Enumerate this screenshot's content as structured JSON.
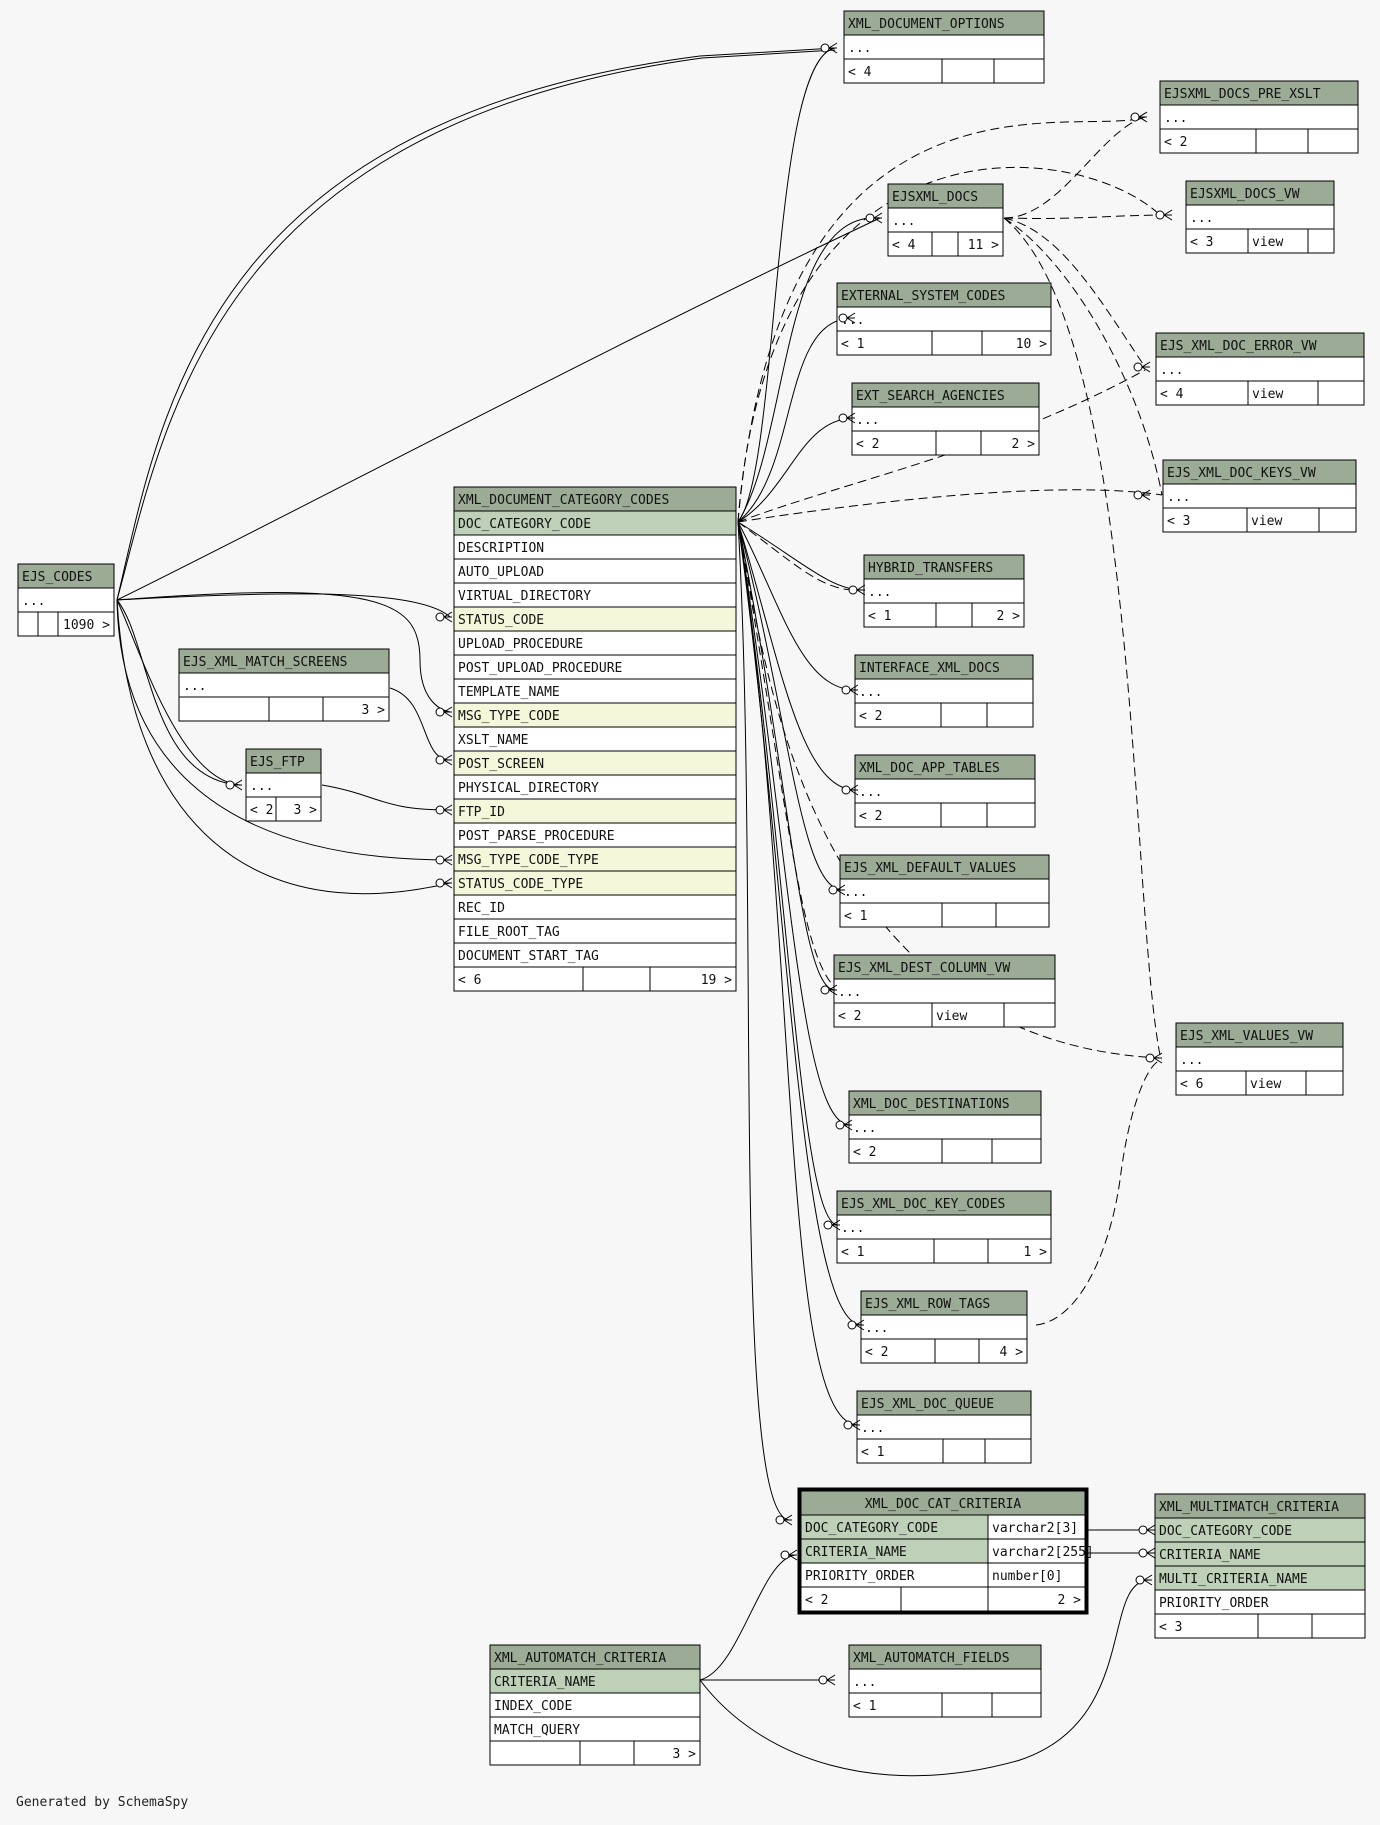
{
  "footer": "Generated by SchemaSpy",
  "colors": {
    "header": "#9bab96",
    "key": "#bed1b8",
    "fk": "#f4f7da",
    "plain": "#ffffff",
    "border": "#000000",
    "background": "#f7f7f7"
  },
  "tables": {
    "xml_document_options": {
      "name": "XML_DOCUMENT_OPTIONS",
      "rows": [
        {
          "c": "...",
          "t": "p"
        }
      ],
      "footer": [
        "< 4",
        "",
        ""
      ]
    },
    "ejsxml_docs_pre_xslt": {
      "name": "EJSXML_DOCS_PRE_XSLT",
      "rows": [
        {
          "c": "...",
          "t": "p"
        }
      ],
      "footer": [
        "< 2",
        "",
        ""
      ]
    },
    "ejsxml_docs": {
      "name": "EJSXML_DOCS",
      "rows": [
        {
          "c": "...",
          "t": "p"
        }
      ],
      "footer": [
        "< 4",
        "",
        "11 >"
      ]
    },
    "ejsxml_docs_vw": {
      "name": "EJSXML_DOCS_VW",
      "rows": [
        {
          "c": "...",
          "t": "p"
        }
      ],
      "footer": [
        "< 3",
        "view",
        ""
      ]
    },
    "external_system_codes": {
      "name": "EXTERNAL_SYSTEM_CODES",
      "rows": [
        {
          "c": "...",
          "t": "p"
        }
      ],
      "footer": [
        "< 1",
        "",
        "10 >"
      ]
    },
    "ejs_xml_doc_error_vw": {
      "name": "EJS_XML_DOC_ERROR_VW",
      "rows": [
        {
          "c": "...",
          "t": "p"
        }
      ],
      "footer": [
        "< 4",
        "view",
        ""
      ]
    },
    "ext_search_agencies": {
      "name": "EXT_SEARCH_AGENCIES",
      "rows": [
        {
          "c": "...",
          "t": "p"
        }
      ],
      "footer": [
        "< 2",
        "",
        "2 >"
      ]
    },
    "ejs_xml_doc_keys_vw": {
      "name": "EJS_XML_DOC_KEYS_VW",
      "rows": [
        {
          "c": "...",
          "t": "p"
        }
      ],
      "footer": [
        "< 3",
        "view",
        ""
      ]
    },
    "xml_document_category_codes": {
      "name": "XML_DOCUMENT_CATEGORY_CODES",
      "rows": [
        {
          "c": "DOC_CATEGORY_CODE",
          "t": "k"
        },
        {
          "c": "DESCRIPTION",
          "t": "p"
        },
        {
          "c": "AUTO_UPLOAD",
          "t": "p"
        },
        {
          "c": "VIRTUAL_DIRECTORY",
          "t": "p"
        },
        {
          "c": "STATUS_CODE",
          "t": "f"
        },
        {
          "c": "UPLOAD_PROCEDURE",
          "t": "p"
        },
        {
          "c": "POST_UPLOAD_PROCEDURE",
          "t": "p"
        },
        {
          "c": "TEMPLATE_NAME",
          "t": "p"
        },
        {
          "c": "MSG_TYPE_CODE",
          "t": "f"
        },
        {
          "c": "XSLT_NAME",
          "t": "p"
        },
        {
          "c": "POST_SCREEN",
          "t": "f"
        },
        {
          "c": "PHYSICAL_DIRECTORY",
          "t": "p"
        },
        {
          "c": "FTP_ID",
          "t": "f"
        },
        {
          "c": "POST_PARSE_PROCEDURE",
          "t": "p"
        },
        {
          "c": "MSG_TYPE_CODE_TYPE",
          "t": "f"
        },
        {
          "c": "STATUS_CODE_TYPE",
          "t": "f"
        },
        {
          "c": "REC_ID",
          "t": "p"
        },
        {
          "c": "FILE_ROOT_TAG",
          "t": "p"
        },
        {
          "c": "DOCUMENT_START_TAG",
          "t": "p"
        }
      ],
      "footer": [
        "< 6",
        "",
        "19 >"
      ]
    },
    "ejs_codes": {
      "name": "EJS_CODES",
      "rows": [
        {
          "c": "...",
          "t": "p"
        }
      ],
      "footer": [
        "",
        "",
        "1090 >"
      ]
    },
    "hybrid_transfers": {
      "name": "HYBRID_TRANSFERS",
      "rows": [
        {
          "c": "...",
          "t": "p"
        }
      ],
      "footer": [
        "< 1",
        "",
        "2 >"
      ]
    },
    "ejs_xml_match_screens": {
      "name": "EJS_XML_MATCH_SCREENS",
      "rows": [
        {
          "c": "...",
          "t": "p"
        }
      ],
      "footer": [
        "",
        "",
        "3 >"
      ]
    },
    "interface_xml_docs": {
      "name": "INTERFACE_XML_DOCS",
      "rows": [
        {
          "c": "...",
          "t": "p"
        }
      ],
      "footer": [
        "< 2",
        "",
        ""
      ]
    },
    "ejs_ftp": {
      "name": "EJS_FTP",
      "rows": [
        {
          "c": "...",
          "t": "p"
        }
      ],
      "footer": [
        "< 2",
        "3 >"
      ]
    },
    "xml_doc_app_tables": {
      "name": "XML_DOC_APP_TABLES",
      "rows": [
        {
          "c": "...",
          "t": "p"
        }
      ],
      "footer": [
        "< 2",
        "",
        ""
      ]
    },
    "ejs_xml_default_values": {
      "name": "EJS_XML_DEFAULT_VALUES",
      "rows": [
        {
          "c": "...",
          "t": "p"
        }
      ],
      "footer": [
        "< 1",
        "",
        ""
      ]
    },
    "ejs_xml_dest_column_vw": {
      "name": "EJS_XML_DEST_COLUMN_VW",
      "rows": [
        {
          "c": "...",
          "t": "p"
        }
      ],
      "footer": [
        "< 2",
        "view",
        ""
      ]
    },
    "ejs_xml_values_vw": {
      "name": "EJS_XML_VALUES_VW",
      "rows": [
        {
          "c": "...",
          "t": "p"
        }
      ],
      "footer": [
        "< 6",
        "view",
        ""
      ]
    },
    "xml_doc_destinations": {
      "name": "XML_DOC_DESTINATIONS",
      "rows": [
        {
          "c": "...",
          "t": "p"
        }
      ],
      "footer": [
        "< 2",
        "",
        ""
      ]
    },
    "ejs_xml_doc_key_codes": {
      "name": "EJS_XML_DOC_KEY_CODES",
      "rows": [
        {
          "c": "...",
          "t": "p"
        }
      ],
      "footer": [
        "< 1",
        "",
        "1 >"
      ]
    },
    "ejs_xml_row_tags": {
      "name": "EJS_XML_ROW_TAGS",
      "rows": [
        {
          "c": "...",
          "t": "p"
        }
      ],
      "footer": [
        "< 2",
        "",
        "4 >"
      ]
    },
    "ejs_xml_doc_queue": {
      "name": "EJS_XML_DOC_QUEUE",
      "rows": [
        {
          "c": "...",
          "t": "p"
        }
      ],
      "footer": [
        "< 1",
        "",
        ""
      ]
    },
    "xml_doc_cat_criteria": {
      "name": "XML_DOC_CAT_CRITERIA",
      "rows": [
        {
          "c": "DOC_CATEGORY_CODE",
          "t": "k",
          "type": "varchar2[3]"
        },
        {
          "c": "CRITERIA_NAME",
          "t": "k",
          "type": "varchar2[255]"
        },
        {
          "c": "PRIORITY_ORDER",
          "t": "p",
          "type": "number[0]"
        }
      ],
      "footer": [
        "< 2",
        "",
        "2 >"
      ]
    },
    "xml_multimatch_criteria": {
      "name": "XML_MULTIMATCH_CRITERIA",
      "rows": [
        {
          "c": "DOC_CATEGORY_CODE",
          "t": "k"
        },
        {
          "c": "CRITERIA_NAME",
          "t": "k"
        },
        {
          "c": "MULTI_CRITERIA_NAME",
          "t": "k"
        },
        {
          "c": "PRIORITY_ORDER",
          "t": "p"
        }
      ],
      "footer": [
        "< 3",
        "",
        ""
      ]
    },
    "xml_automatch_criteria": {
      "name": "XML_AUTOMATCH_CRITERIA",
      "rows": [
        {
          "c": "CRITERIA_NAME",
          "t": "k"
        },
        {
          "c": "INDEX_CODE",
          "t": "p"
        },
        {
          "c": "MATCH_QUERY",
          "t": "p"
        }
      ],
      "footer": [
        "",
        "",
        "3 >"
      ]
    },
    "xml_automatch_fields": {
      "name": "XML_AUTOMATCH_FIELDS",
      "rows": [
        {
          "c": "...",
          "t": "p"
        }
      ],
      "footer": [
        "< 1",
        "",
        ""
      ]
    }
  }
}
